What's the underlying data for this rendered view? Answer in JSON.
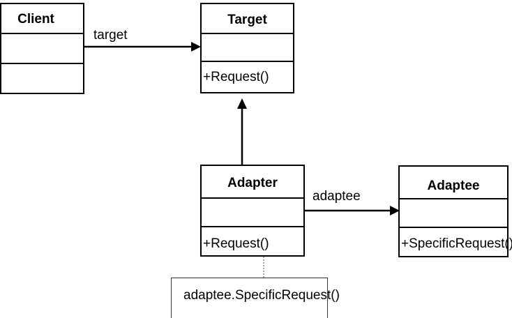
{
  "classes": {
    "client": {
      "name": "Client"
    },
    "target": {
      "name": "Target",
      "operation": "+Request()"
    },
    "adapter": {
      "name": "Adapter",
      "operation": "+Request()"
    },
    "adaptee": {
      "name": "Adaptee",
      "operation": "+SpecificRequest()"
    }
  },
  "associations": {
    "client_target": "target",
    "adapter_adaptee": "adaptee"
  },
  "note": "adaptee.SpecificRequest()"
}
